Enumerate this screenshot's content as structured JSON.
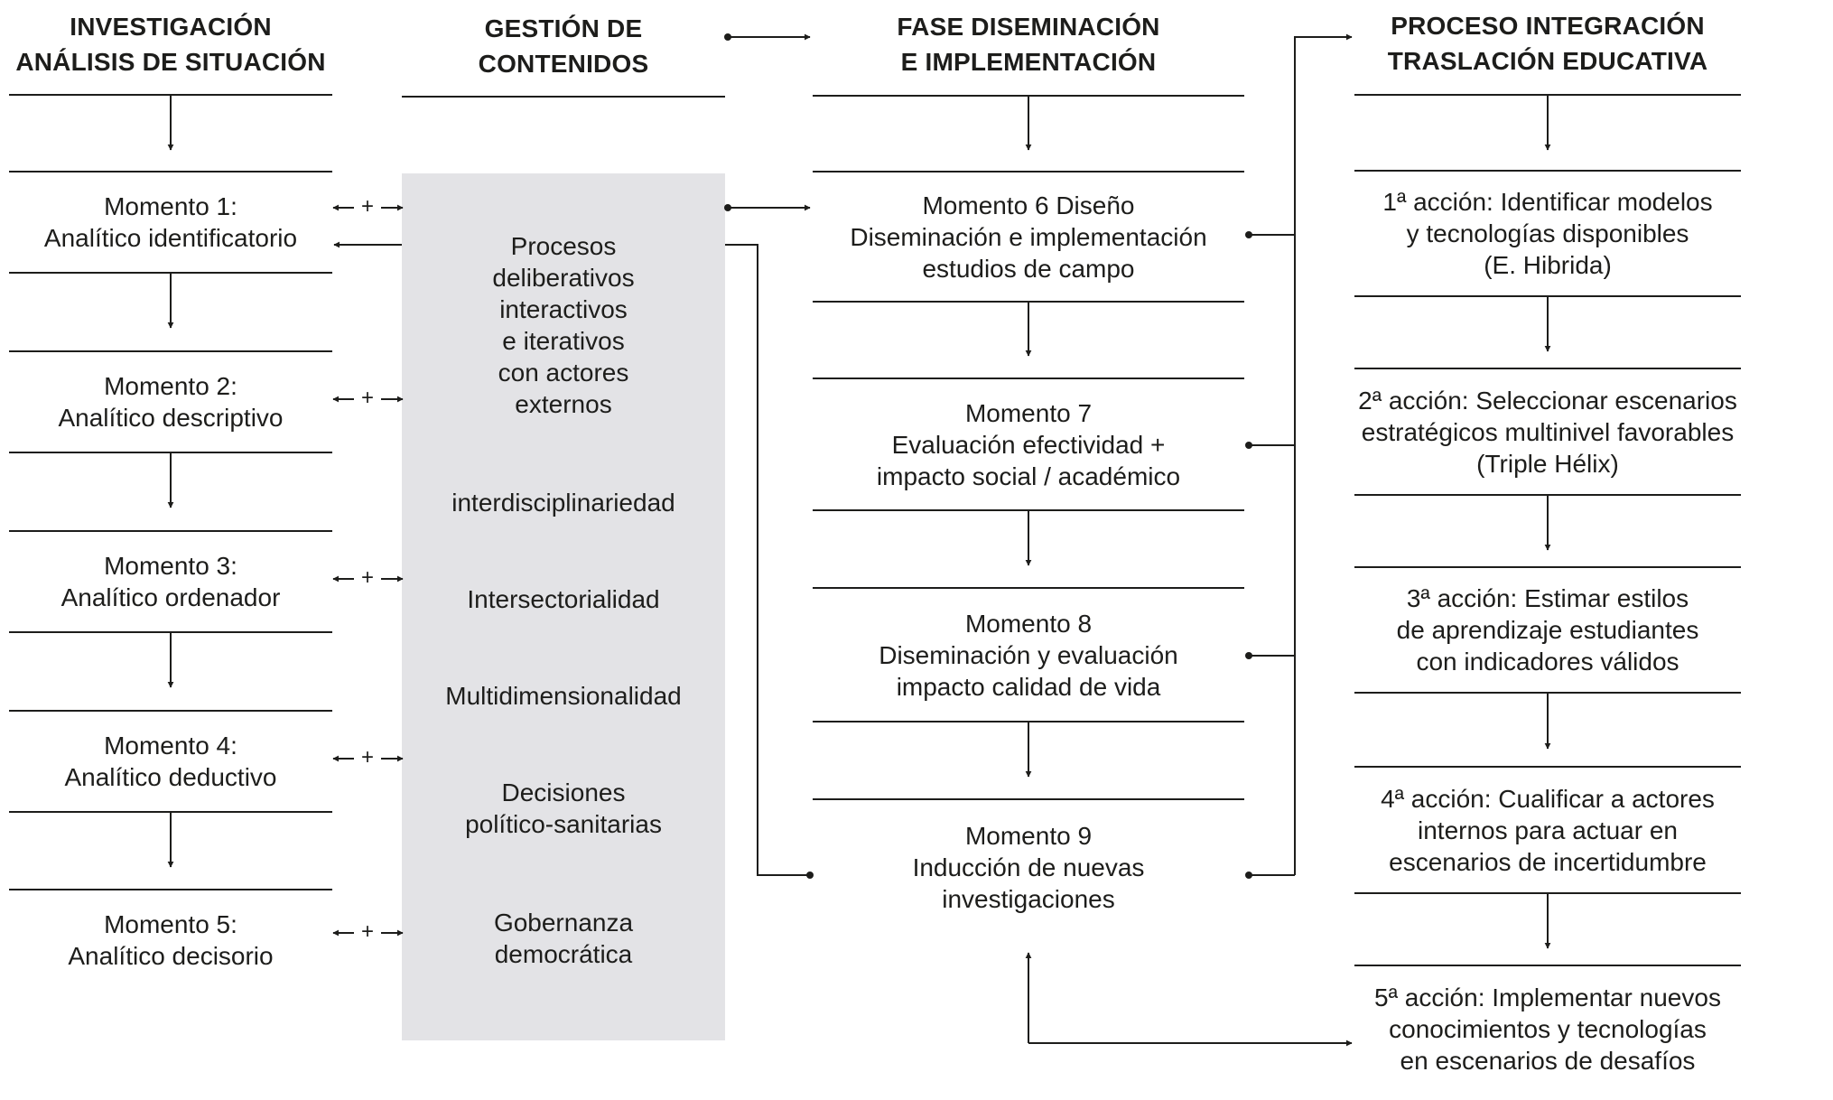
{
  "columns": [
    {
      "title_line1": "INVESTIGACIÓN",
      "title_line2": "ANÁLISIS DE SITUACIÓN"
    },
    {
      "title_line1": "GESTIÓN DE",
      "title_line2": "CONTENIDOS"
    },
    {
      "title_line1": "FASE DISEMINACIÓN",
      "title_line2": "E IMPLEMENTACIÓN"
    },
    {
      "title_line1": "PROCESO INTEGRACIÓN",
      "title_line2": "TRASLACIÓN EDUCATIVA"
    }
  ],
  "moments_analysis": [
    {
      "line1": "Momento 1:",
      "line2": "Analítico identificatorio"
    },
    {
      "line1": "Momento 2:",
      "line2": "Analítico descriptivo"
    },
    {
      "line1": "Momento 3:",
      "line2": "Analítico ordenador"
    },
    {
      "line1": "Momento 4:",
      "line2": "Analítico deductivo"
    },
    {
      "line1": "Momento 5:",
      "line2": "Analítico decisorio"
    }
  ],
  "plus_sign": "+",
  "content_management": {
    "process": {
      "line1": "Procesos",
      "line2": "deliberativos",
      "line3": "interactivos",
      "line4": "e iterativos",
      "line5": "con actores",
      "line6": "externos"
    },
    "items": [
      {
        "line1": "interdisciplinariedad"
      },
      {
        "line1": "Intersectorialidad"
      },
      {
        "line1": "Multidimensionalidad"
      },
      {
        "line1": "Decisiones",
        "line2": "político-sanitarias"
      },
      {
        "line1": "Gobernanza",
        "line2": "democrática"
      }
    ]
  },
  "moments_dissemination": [
    {
      "line1": "Momento 6 Diseño",
      "line2": "Diseminación e implementación",
      "line3": "estudios de campo"
    },
    {
      "line1": "Momento 7",
      "line2": "Evaluación efectividad +",
      "line3": "impacto social / académico"
    },
    {
      "line1": "Momento 8",
      "line2": "Diseminación y evaluación",
      "line3": "impacto calidad de vida"
    },
    {
      "line1": "Momento 9",
      "line2": "Inducción de nuevas",
      "line3": "investigaciones"
    }
  ],
  "actions_integration": [
    {
      "line1": "1ª acción: Identificar modelos",
      "line2": "y tecnologías disponibles",
      "line3": "(E. Hibrida)"
    },
    {
      "line1": "2ª acción: Seleccionar escenarios",
      "line2": "estratégicos multinivel favorables",
      "line3": "(Triple Hélix)"
    },
    {
      "line1": "3ª acción: Estimar estilos",
      "line2": "de aprendizaje estudiantes",
      "line3": "con indicadores válidos"
    },
    {
      "line1": "4ª acción: Cualificar a actores",
      "line2": "internos para actuar en",
      "line3": "escenarios de incertidumbre"
    },
    {
      "line1": "5ª acción: Implementar nuevos",
      "line2": "conocimientos y tecnologías",
      "line3": "en escenarios de desafíos"
    }
  ],
  "colors": {
    "ink": "#1d1d1b",
    "panel": "#e3e3e6",
    "background": "#ffffff"
  }
}
